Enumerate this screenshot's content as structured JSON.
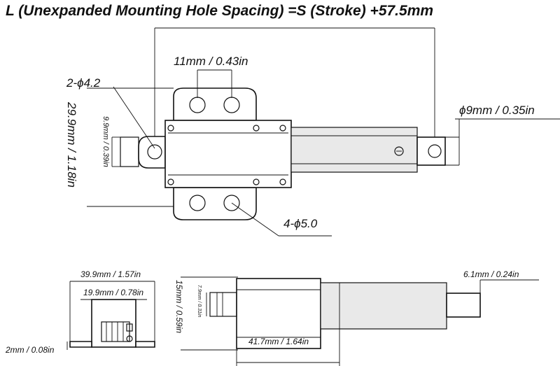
{
  "title": "L (Unexpanded Mounting Hole Spacing) =S (Stroke) +57.5mm",
  "labels": {
    "spacing_11mm": "11mm / 0.43in",
    "holes_2": "2-ϕ4.2",
    "diam_9mm": "ϕ9mm / 0.35in",
    "height_29_9": "29.9mm / 1.18in",
    "height_9_9": "9.9mm / 0.39in",
    "holes_4": "4-ϕ5.0",
    "width_39_9": "39.9mm / 1.57in",
    "width_19_9": "19.9mm / 0.78in",
    "thick_2mm": "2mm / 0.08in",
    "height_15mm": "15mm / 0.59in",
    "height_7_9": "7.9mm / 0.31in",
    "length_41_7": "41.7mm / 1.64in",
    "diam_6_1": "6.1mm / 0.24in"
  }
}
